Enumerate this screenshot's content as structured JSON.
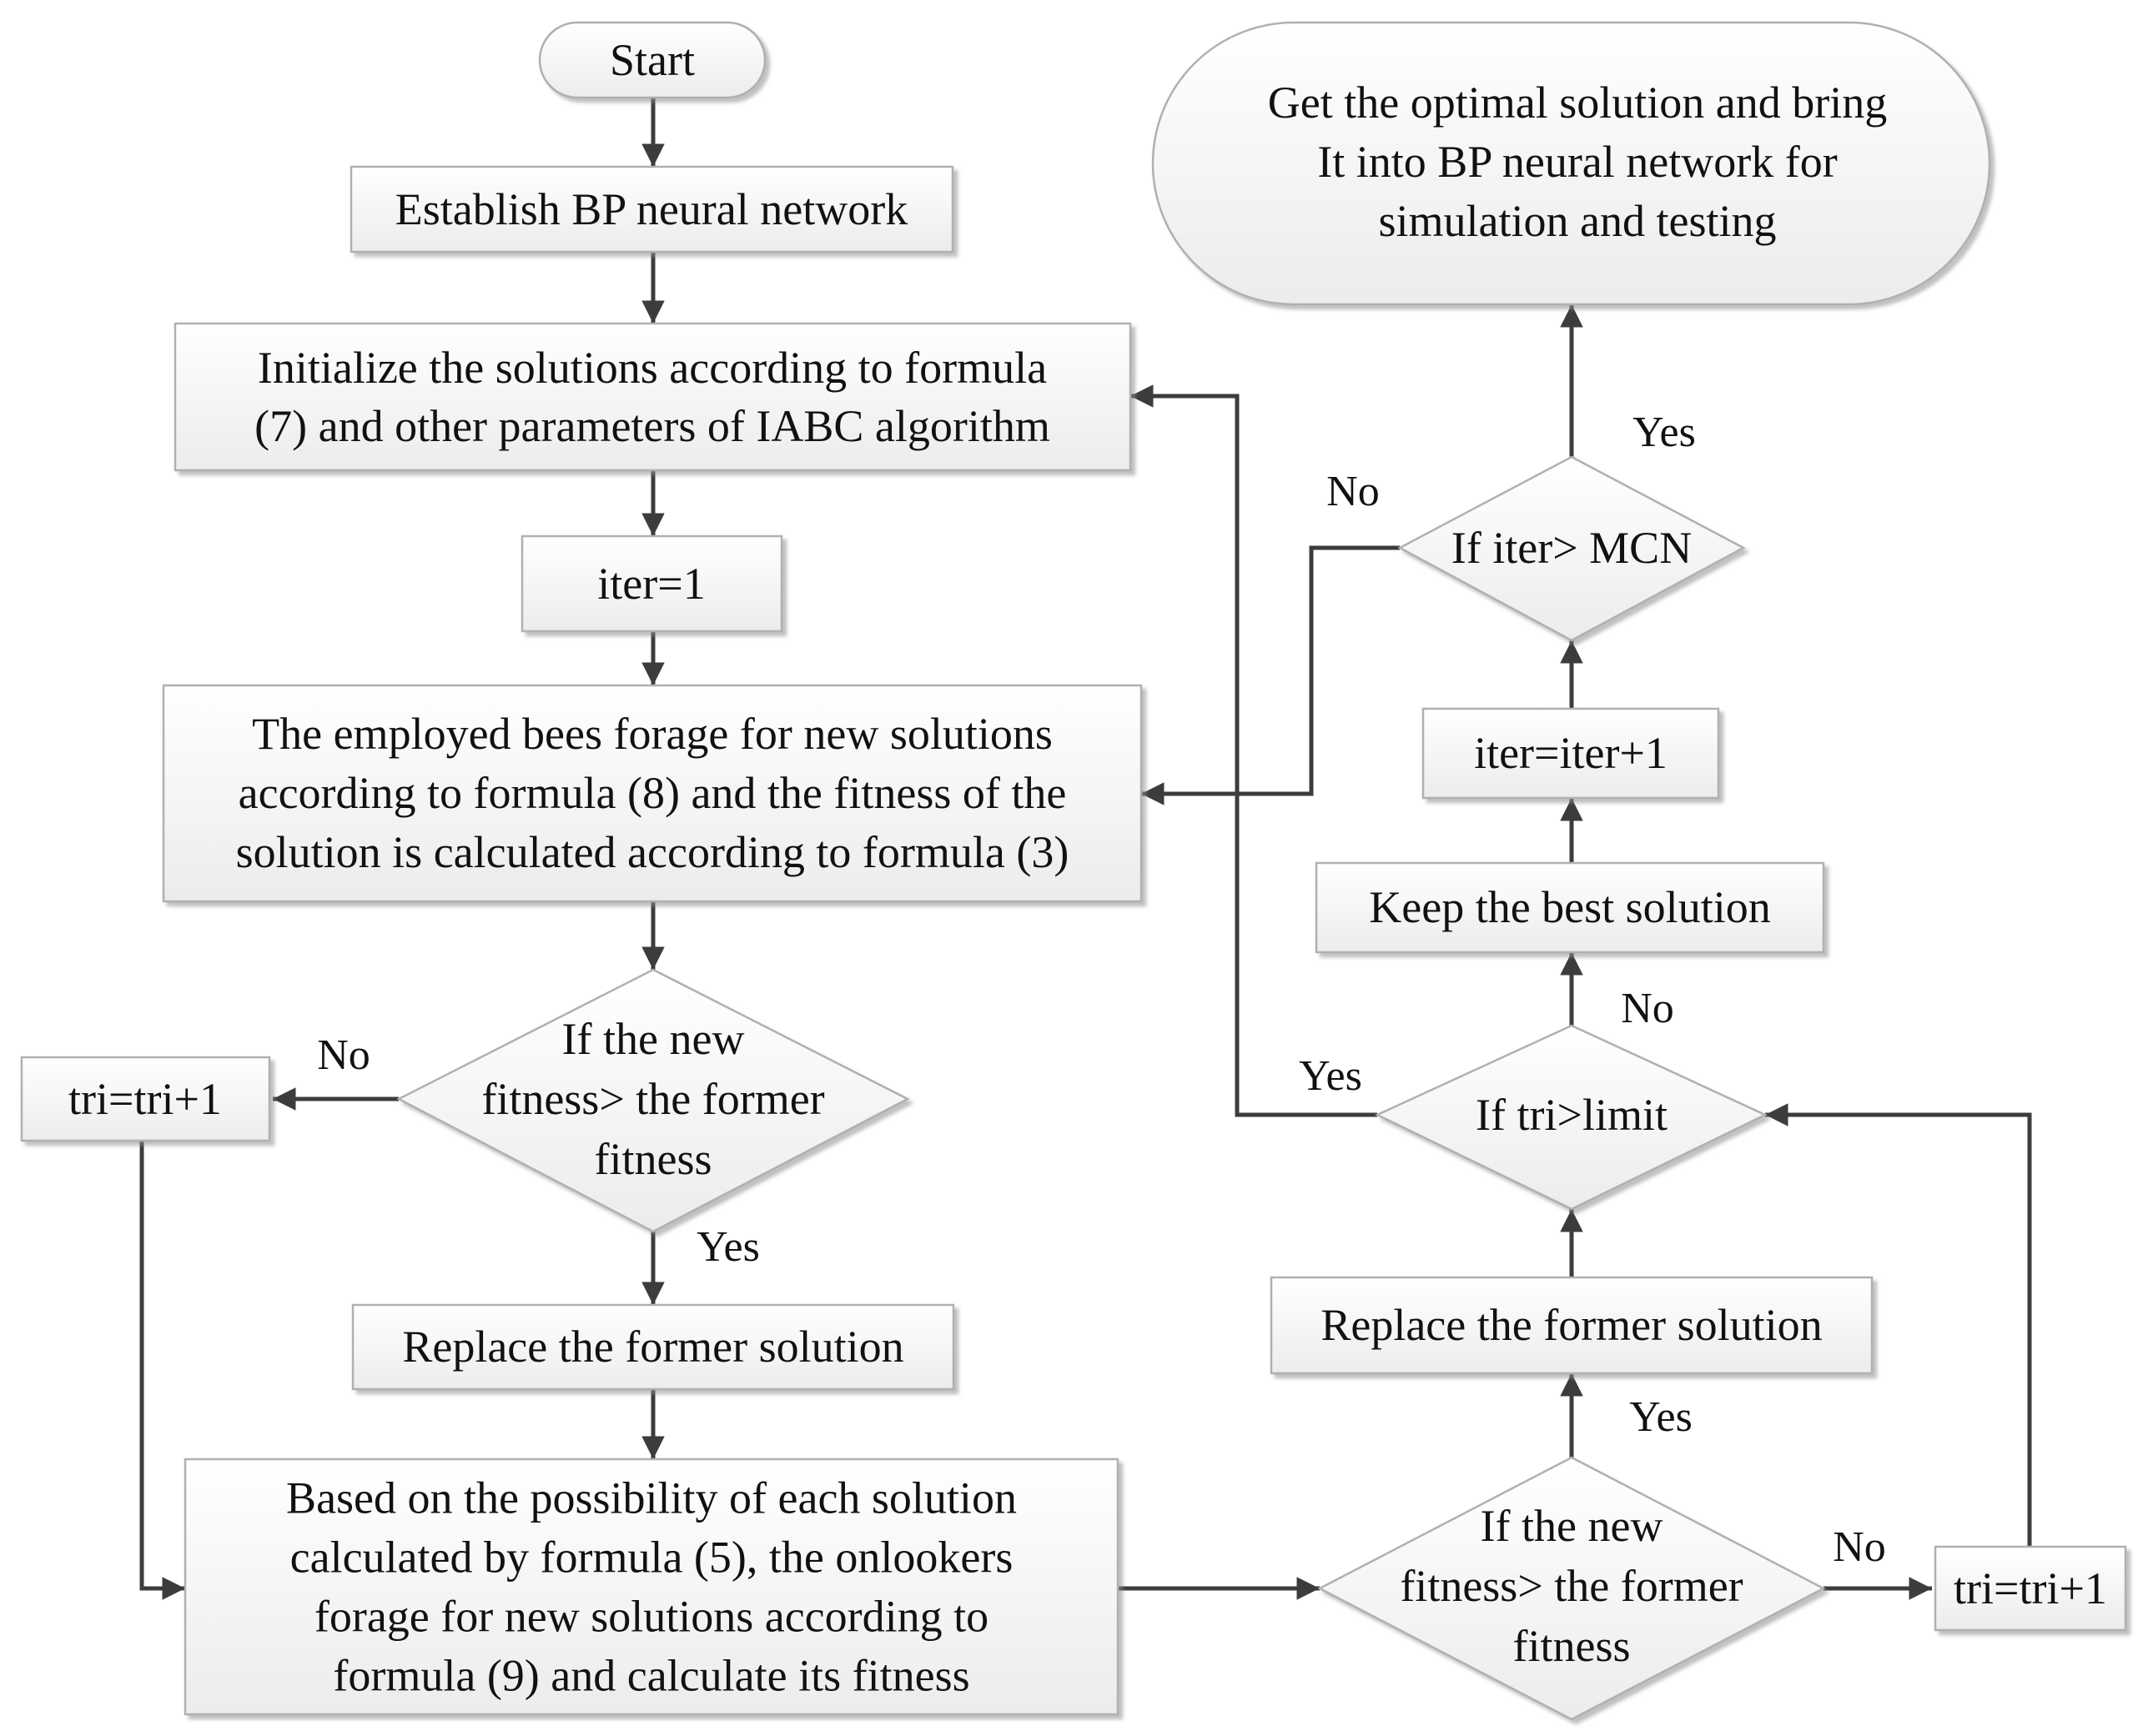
{
  "nodes": {
    "start": {
      "text": [
        "Start"
      ]
    },
    "establish": {
      "text": [
        "Establish BP neural network"
      ]
    },
    "init": {
      "text": [
        "Initialize the solutions according to formula",
        "(7) and other parameters of IABC algorithm"
      ]
    },
    "iter1": {
      "text": [
        "iter=1"
      ]
    },
    "employed": {
      "text": [
        "The employed bees forage for new solutions",
        "according to formula (8) and the fitness of the",
        "solution is calculated according to formula (3)"
      ]
    },
    "decision1": {
      "text": [
        "If the new",
        "fitness> the former",
        "fitness"
      ]
    },
    "tri_left": {
      "text": [
        "tri=tri+1"
      ]
    },
    "replace_left": {
      "text": [
        "Replace the former solution"
      ]
    },
    "onlookers": {
      "text": [
        "Based on the possibility of each solution",
        "calculated by formula (5), the onlookers",
        "forage for new solutions according to",
        "formula (9) and calculate its fitness"
      ]
    },
    "decision2": {
      "text": [
        "If the new",
        "fitness> the former",
        "fitness"
      ]
    },
    "tri_right": {
      "text": [
        "tri=tri+1"
      ]
    },
    "replace_right": {
      "text": [
        "Replace the former solution"
      ]
    },
    "decision_limit": {
      "text": [
        "If tri>limit"
      ]
    },
    "keep_best": {
      "text": [
        "Keep the best solution"
      ]
    },
    "iter_inc": {
      "text": [
        "iter=iter+1"
      ]
    },
    "decision_mcn": {
      "text": [
        "If iter> MCN"
      ]
    },
    "end": {
      "text": [
        "Get the optimal solution and bring",
        "It into BP neural network for",
        "simulation and testing"
      ]
    }
  },
  "edge_labels": {
    "d1_no": "No",
    "d1_yes": "Yes",
    "d2_yes": "Yes",
    "d2_no": "No",
    "limit_no": "No",
    "limit_yes": "Yes",
    "mcn_yes": "Yes",
    "mcn_no": "No"
  }
}
